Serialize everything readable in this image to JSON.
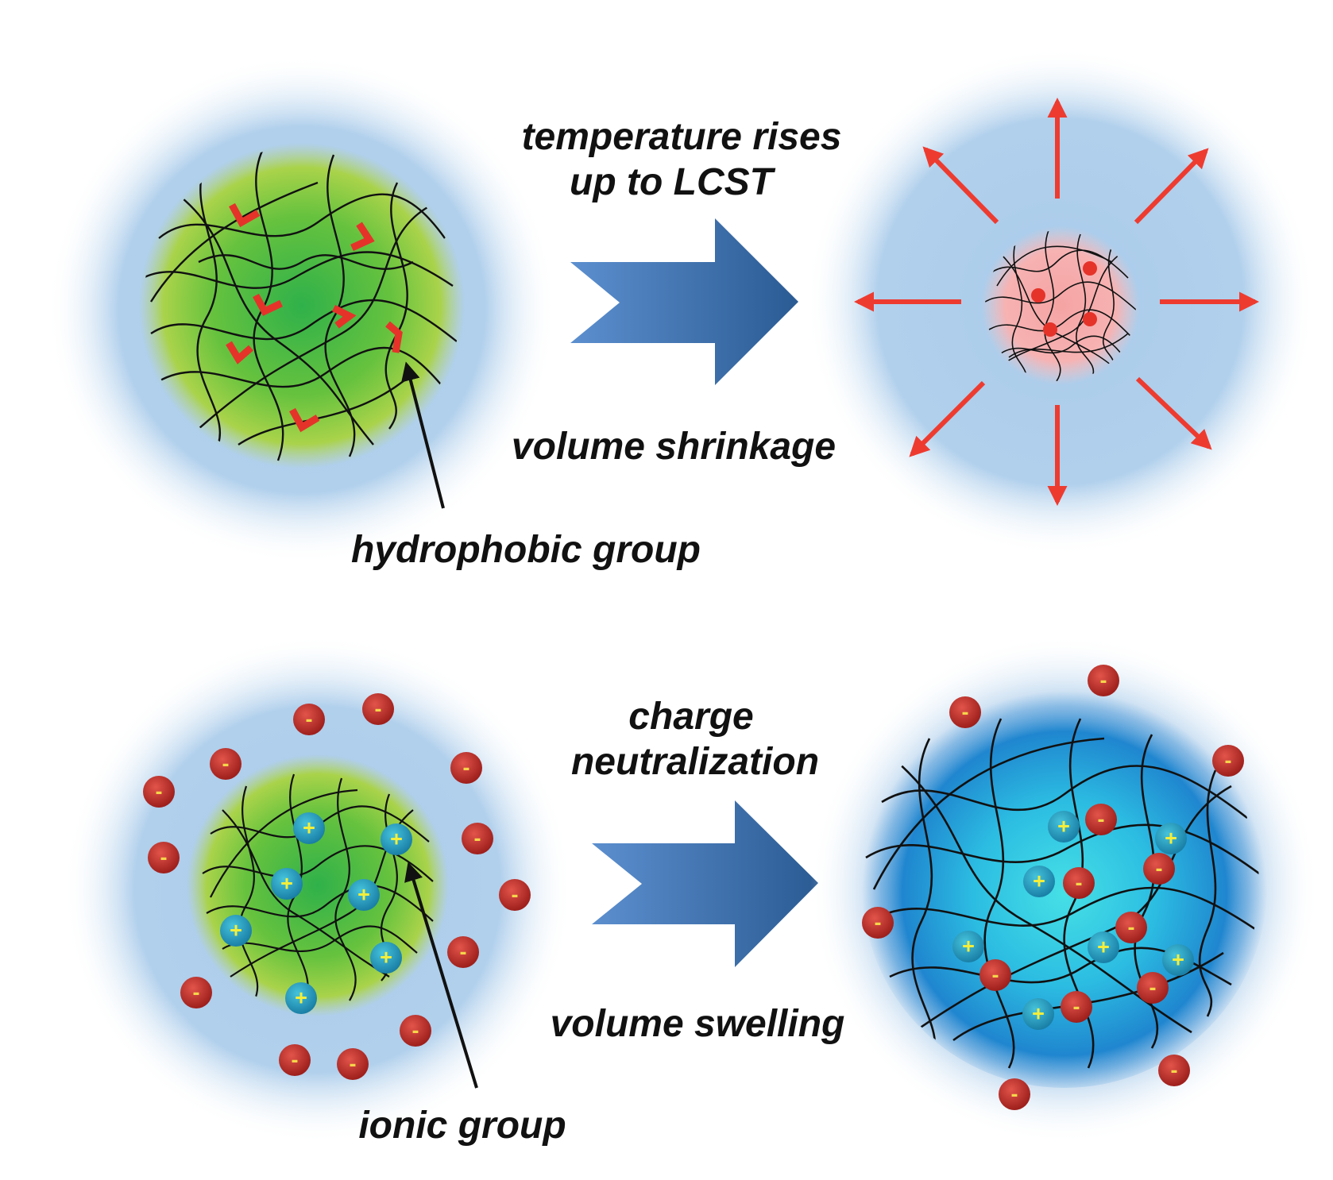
{
  "top_panel": {
    "step_label_line1": "temperature rises",
    "step_label_line2": "up to LCST",
    "result_label": "volume shrinkage",
    "pointer_label": "hydrophobic group"
  },
  "bottom_panel": {
    "step_label_line1": "charge",
    "step_label_line2": "neutralization",
    "result_label": "volume swelling",
    "pointer_label": "ionic group"
  },
  "symbols": {
    "positive": "+",
    "negative": "-"
  },
  "colors": {
    "halo": "#a9cbea",
    "gel_green": "#5fbf3a",
    "collapsed_core": "#f4a3a3",
    "swollen_core": "#2a9fd8",
    "arrow_blue": "#3b6fae",
    "expel_arrow": "#ee3b30",
    "anion": "#c8322c",
    "cation": "#2ea9c9",
    "plus_sign": "#f5ee3a",
    "minus_sign": "#f5d54a",
    "chain": "#111111"
  }
}
